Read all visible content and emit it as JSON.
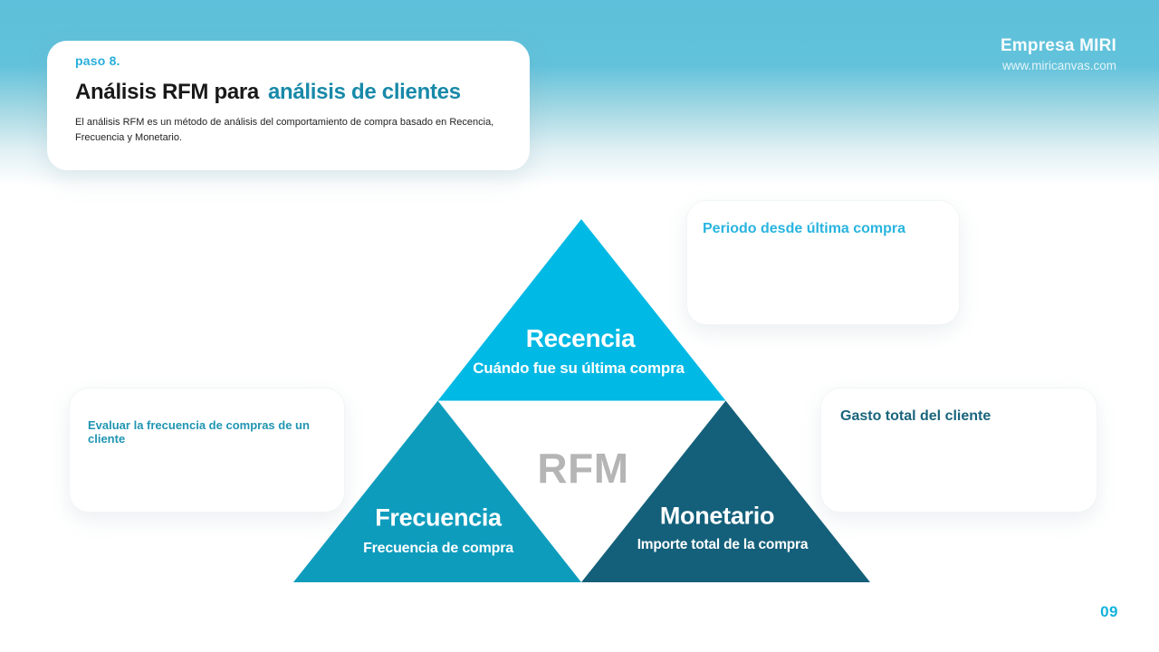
{
  "header_card": {
    "step_label": "paso 8.",
    "title_main": "Análisis RFM para",
    "title_accent": "análisis de clientes",
    "description": "El análisis RFM es un método de análisis del comportamiento de compra basado en Recencia, Frecuencia y Monetario.",
    "accent_color": "#1889a9",
    "step_color": "#29aedb"
  },
  "brand": {
    "company": "Empresa MIRI",
    "website": "www.miricanvas.com"
  },
  "pyramid": {
    "center_label": "RFM",
    "center_label_color": "#b5b5b5",
    "segments": [
      {
        "id": "recencia",
        "title": "Recencia",
        "subtitle": "Cuándo fue su última compra",
        "color": "#00b9e4"
      },
      {
        "id": "frecuencia",
        "title": "Frecuencia",
        "subtitle": "Frecuencia de compra",
        "color": "#0e9cbd"
      },
      {
        "id": "monetario",
        "title": "Monetario",
        "subtitle": "Importe total de la compra",
        "color": "#14607a"
      }
    ]
  },
  "callouts": [
    {
      "id": "recencia-note",
      "text": "Periodo desde última compra",
      "color": "#29b4df"
    },
    {
      "id": "frecuencia-note",
      "text": "Evaluar la frecuencia de compras de un cliente",
      "color": "#2095b2"
    },
    {
      "id": "monetario-note",
      "text": "Gasto total del cliente",
      "color": "#19647c"
    }
  ],
  "footer": {
    "page_number": "09"
  }
}
